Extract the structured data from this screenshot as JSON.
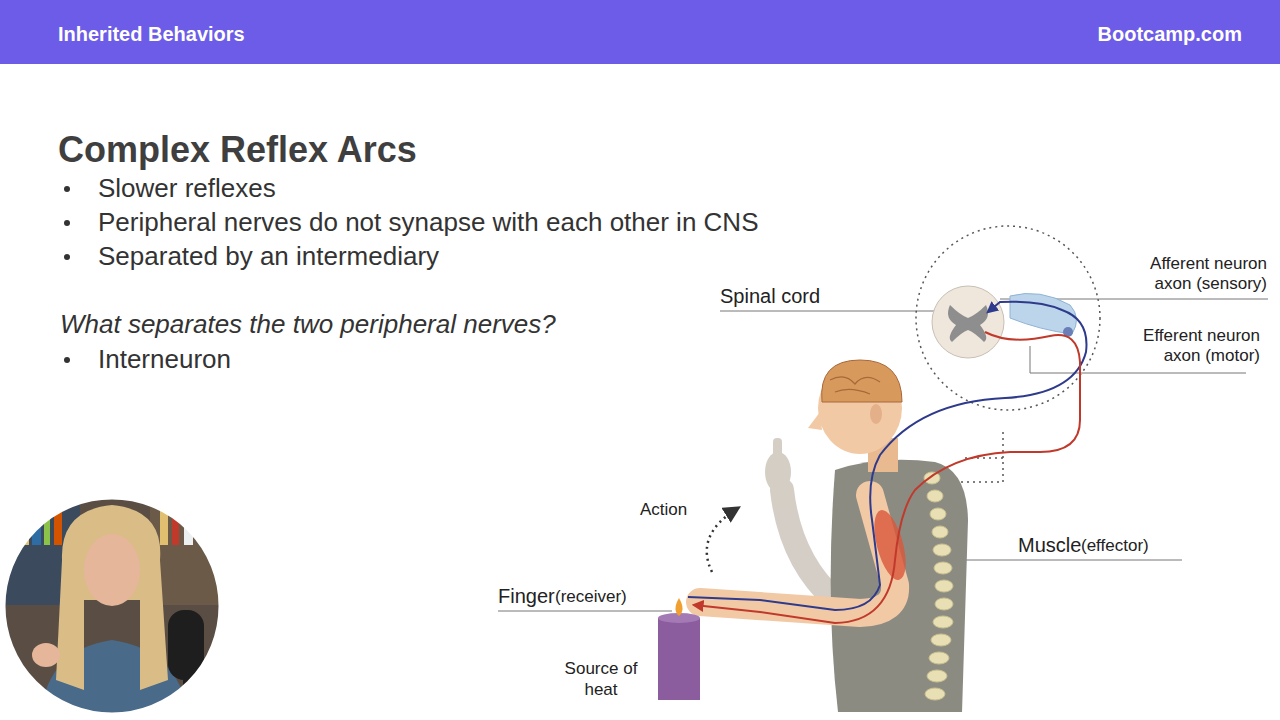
{
  "diagram": {
    "title": "Complex Reflex Arcs",
    "labels": [
      "Inherited Behaviors",
      "Bootcamp.com",
      "Slower reflexes",
      "Peripheral nerves do not synapse with each other in CNS",
      "Separated by an intermediary",
      "What separates the two peripheral nerves?",
      "Interneuron",
      "Spinal cord",
      "Afferent neuron axon (sensory)",
      "Efferent neuron axon (motor)",
      "Action",
      "Muscle",
      "(effector)",
      "Finger",
      "(receiver)",
      "Source of heat"
    ]
  }
}
